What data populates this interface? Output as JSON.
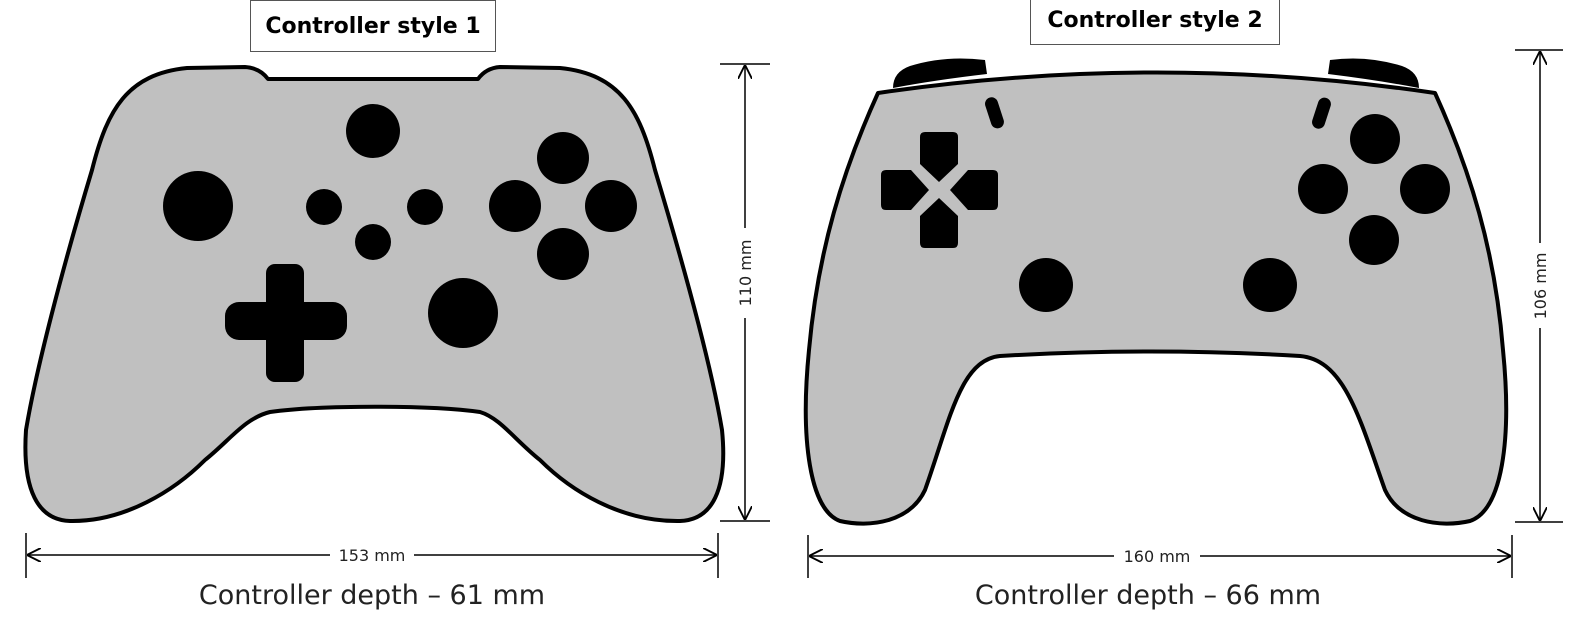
{
  "controllers": [
    {
      "title": "Controller style 1",
      "width_label": "153 mm",
      "height_label": "110 mm",
      "depth_label": "Controller depth – 61 mm"
    },
    {
      "title": "Controller style 2",
      "width_label": "160 mm",
      "height_label": "106 mm",
      "depth_label": "Controller depth – 66 mm"
    }
  ],
  "colors": {
    "body_fill": "#c0c0c0",
    "outline": "#000000",
    "button": "#000000",
    "dimension_line": "#000000"
  }
}
